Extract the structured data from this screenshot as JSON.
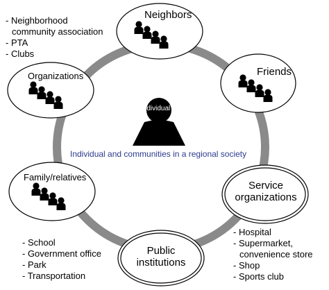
{
  "center": {
    "label": "Individual",
    "caption": "Individual and communities in a regional society"
  },
  "nodes": {
    "neighbors": {
      "label": "Neighbors"
    },
    "friends": {
      "label": "Friends"
    },
    "organizations": {
      "label": "Organizations"
    },
    "family": {
      "label": "Family/relatives"
    },
    "service": {
      "label_line1": "Service",
      "label_line2": "organizations"
    },
    "public": {
      "label_line1": "Public",
      "label_line2": "institutions"
    }
  },
  "lists": {
    "top_left": {
      "line1": "- Neighborhood",
      "line2": "community association",
      "line3": "- PTA",
      "line4": "- Clubs"
    },
    "bottom_left": {
      "line1": "- School",
      "line2": "- Government office",
      "line3": "- Park",
      "line4": "- Transportation"
    },
    "bottom_right": {
      "line1": "- Hospital",
      "line2": "- Supermarket,",
      "line3": "convenience store",
      "line4": "- Shop",
      "line5": "- Sports club"
    }
  },
  "colors": {
    "ring": "#8a8a8a",
    "caption": "#2b3a8c",
    "figure": "#000000"
  }
}
